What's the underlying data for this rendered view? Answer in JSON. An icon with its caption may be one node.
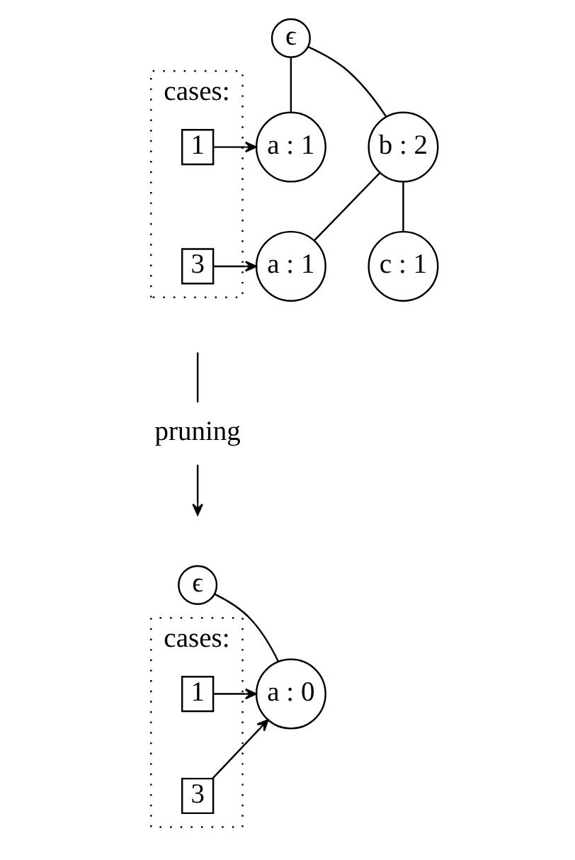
{
  "diagram": {
    "nodes": [
      {
        "text": [
          "cases:"
        ]
      },
      {
        "text": [
          "1"
        ],
        "in": 0
      },
      {
        "text": [
          "3"
        ],
        "in": 0
      },
      {
        "text": [
          "ϵ"
        ]
      },
      {
        "text": [
          "a : 1"
        ]
      },
      {
        "text": [
          "b : 2"
        ]
      },
      {
        "text": [
          "a : 1"
        ]
      },
      {
        "text": [
          "c : 1"
        ]
      },
      {
        "text": [
          "pruning"
        ]
      },
      {
        "text": [
          "cases:"
        ]
      },
      {
        "text": [
          "1"
        ],
        "in": 9
      },
      {
        "text": [
          "3"
        ],
        "in": 9
      },
      {
        "text": [
          "ϵ"
        ]
      },
      {
        "text": [
          "a : 0"
        ]
      }
    ],
    "edges": [
      {
        "from": 3,
        "to": 4,
        "arrow": "none"
      },
      {
        "from": 3,
        "to": 5,
        "arrow": "none"
      },
      {
        "from": 5,
        "to": 6,
        "arrow": "none"
      },
      {
        "from": 5,
        "to": 7,
        "arrow": "none"
      },
      {
        "from": 1,
        "to": 4,
        "arrow": "to"
      },
      {
        "from": 2,
        "to": 6,
        "arrow": "to"
      },
      {
        "from": null,
        "to": 8,
        "arrow": "none"
      },
      {
        "from": 8,
        "to": null,
        "arrow": "to"
      },
      {
        "from": 12,
        "to": 13,
        "arrow": "none"
      },
      {
        "from": 10,
        "to": 13,
        "arrow": "to"
      },
      {
        "from": 11,
        "to": 13,
        "arrow": "to"
      }
    ]
  }
}
